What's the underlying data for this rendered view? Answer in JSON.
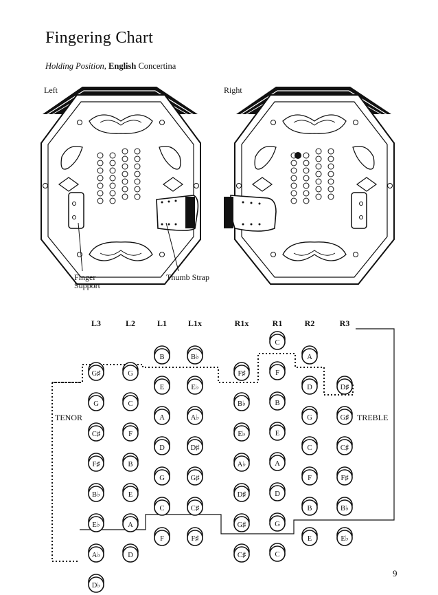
{
  "page": {
    "title": "Fingering Chart",
    "subtitle_italic": "Holding Position,",
    "subtitle_bold": "English",
    "subtitle_rest": " Concertina",
    "left_label": "Left",
    "right_label": "Right",
    "finger_support_line1": "Finger",
    "finger_support_line2": "Support",
    "thumb_strap": "Thumb Strap",
    "page_number": "9"
  },
  "chart": {
    "tenor_label": "TENOR",
    "treble_label": "TREBLE",
    "columns": [
      {
        "header": "L3",
        "notes": [
          "G♯",
          "G",
          "C♯",
          "F♯",
          "B♭",
          "E♭",
          "A♭",
          "D♭"
        ]
      },
      {
        "header": "L2",
        "notes": [
          "G",
          "C",
          "F",
          "B",
          "E",
          "A",
          "D"
        ]
      },
      {
        "header": "L1",
        "notes": [
          "B",
          "E",
          "A",
          "D",
          "G",
          "C",
          "F"
        ]
      },
      {
        "header": "L1x",
        "notes": [
          "B♭",
          "E♭",
          "A♭",
          "D♯",
          "G♯",
          "C♯",
          "F♯"
        ]
      },
      {
        "header": "R1x",
        "notes": [
          "F♯",
          "B♭",
          "E♭",
          "A♭",
          "D♯",
          "G♯",
          "C♯"
        ]
      },
      {
        "header": "R1",
        "notes": [
          "C",
          "F",
          "B",
          "E",
          "A",
          "D",
          "G",
          "C"
        ]
      },
      {
        "header": "R2",
        "notes": [
          "A",
          "D",
          "G",
          "C",
          "F",
          "B",
          "E"
        ]
      },
      {
        "header": "R3",
        "notes": [
          "D♯",
          "G♯",
          "C♯",
          "F♯",
          "B♭",
          "E♭"
        ]
      }
    ]
  }
}
